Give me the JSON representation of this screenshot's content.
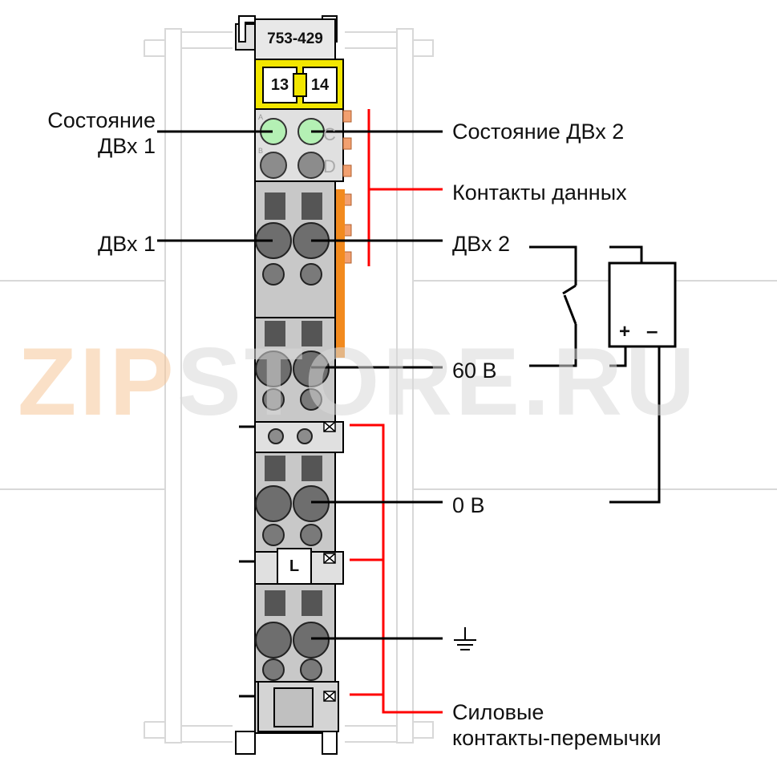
{
  "module": {
    "part_number": "753-429",
    "channel_numbers": [
      "13",
      "14"
    ],
    "led_letters": [
      "A",
      "B",
      "C",
      "D"
    ],
    "label_L": "L"
  },
  "labels": {
    "status_di1": [
      "Состояние",
      "ДВх 1"
    ],
    "status_di2": "Состояние ДВх 2",
    "data_contacts": "Контакты данных",
    "di1": "ДВх 1",
    "di2": "ДВх 2",
    "v60": "60 В",
    "v0": "0 В",
    "power_jumper": [
      "Силовые",
      "контакты-перемычки"
    ]
  },
  "schematic": {
    "plus": "+",
    "minus": "–"
  },
  "watermark": {
    "part_a": "ZIP",
    "part_b": "STORE.RU"
  },
  "colors": {
    "module_gray": "#c8c8c8",
    "led_green": "#b4f0b4",
    "yellow": "#f2e600",
    "orange": "#f28a1e",
    "red": "#ff0000",
    "black": "#000000"
  }
}
